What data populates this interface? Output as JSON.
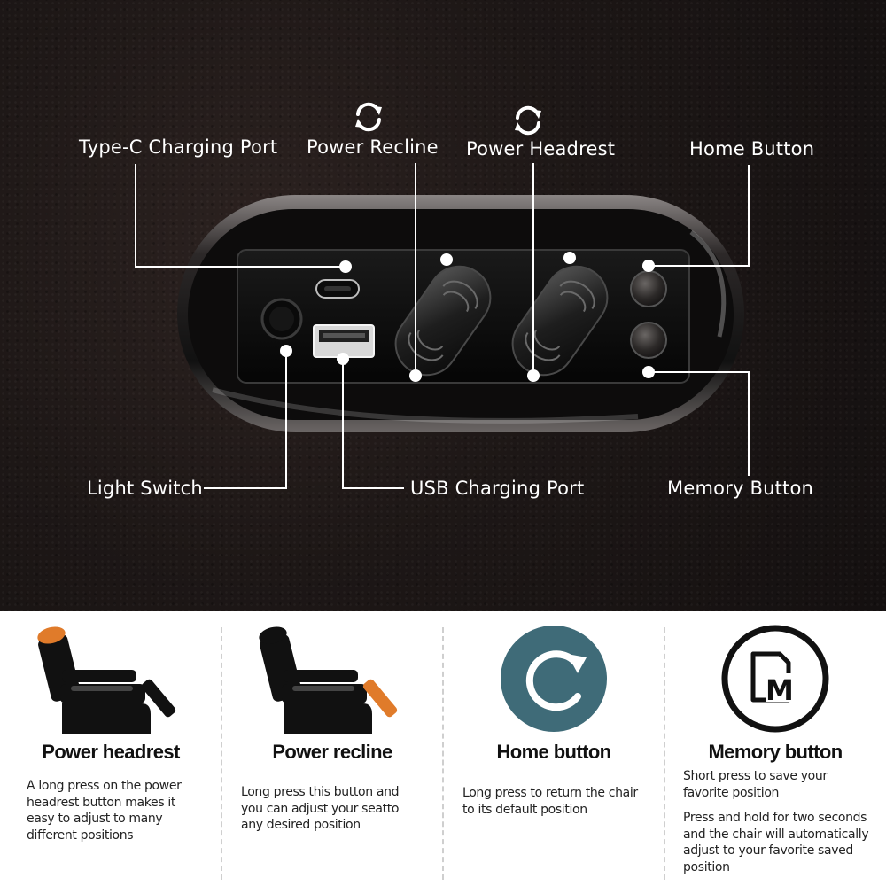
{
  "callouts": {
    "type_c": "Type-C Charging Port",
    "power_recline": "Power Recline",
    "power_headrest": "Power Headrest",
    "home_button": "Home Button",
    "light_switch": "Light Switch",
    "usb_port": "USB Charging Port",
    "memory_button": "Memory Button"
  },
  "icons": {
    "callout_refresh": "refresh-icon",
    "recliner": "recliner-chair-icon",
    "home": "home-return-icon",
    "memory": "memory-m-icon"
  },
  "colors": {
    "accent_orange": "#e07b2a",
    "home_circle": "#3f6b78",
    "leather_dark": "#1d1716"
  },
  "features": [
    {
      "title": "Power headrest",
      "desc": [
        "A long press on the power headrest button makes it easy to adjust to many different positions"
      ]
    },
    {
      "title": "Power recline",
      "desc": [
        "Long press this button and you can adjust your seatto any desired position"
      ]
    },
    {
      "title": "Home button",
      "desc": [
        "Long press to return the chair to its default position"
      ]
    },
    {
      "title": "Memory button",
      "desc": [
        "Short press to save your favorite position",
        "Press and hold for two seconds and the chair will automatically adjust to your favorite saved position"
      ]
    }
  ]
}
